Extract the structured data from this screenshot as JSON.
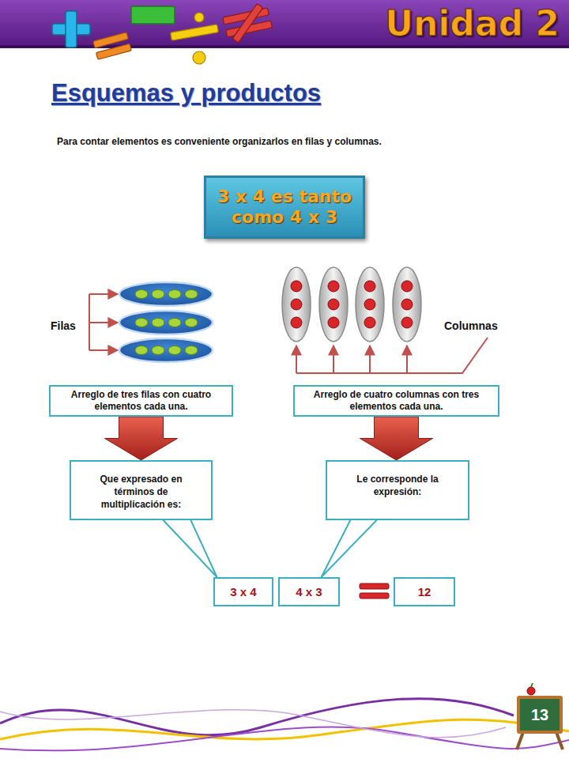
{
  "diagram": {
    "title": "Esquemas y productos",
    "nodes": [
      {
        "text": [
          "3 x 4 es tanto como 4 x 3"
        ]
      },
      {
        "text": [
          "Arreglo de tres filas con cuatro elementos cada una."
        ]
      },
      {
        "text": [
          "Arreglo de cuatro columnas con tres elementos cada una."
        ]
      },
      {
        "text": [
          "Que expresado en términos de multiplicación es:"
        ]
      },
      {
        "text": [
          "Le corresponde la expresión:"
        ]
      },
      {
        "text": [
          "3 x 4"
        ]
      },
      {
        "text": [
          "4 x 3"
        ]
      },
      {
        "text": [
          "12"
        ]
      },
      {
        "text": [
          "13"
        ]
      }
    ],
    "edges": [
      {
        "from": 1,
        "to": 3,
        "arrow": "to"
      },
      {
        "from": 2,
        "to": 4,
        "arrow": "to"
      },
      {
        "from": 3,
        "to": 5,
        "arrow": "none"
      },
      {
        "from": 4,
        "to": 6,
        "arrow": "none"
      }
    ],
    "labels": [
      "Unidad 2",
      "Para contar elementos es conveniente organizarlos en filas y columnas.",
      "Filas",
      "Columnas"
    ]
  }
}
